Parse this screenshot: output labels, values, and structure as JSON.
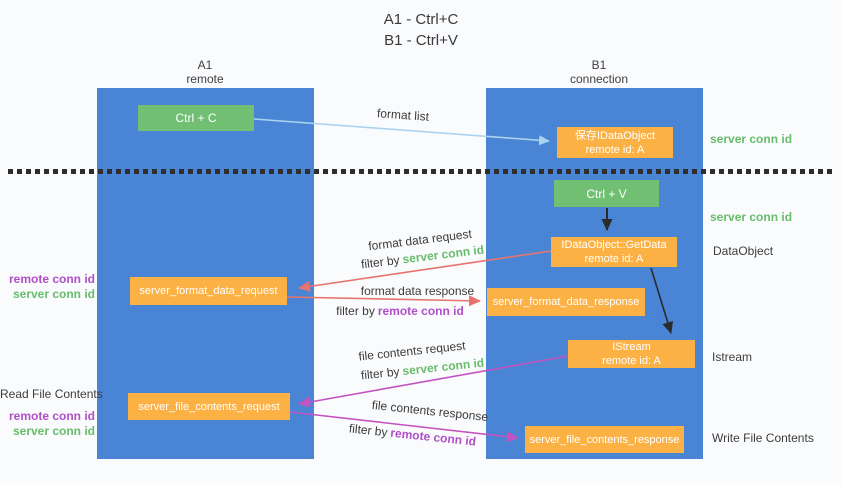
{
  "title": {
    "line1": "A1 - Ctrl+C",
    "line2": "B1 - Ctrl+V"
  },
  "columns": {
    "a": {
      "name": "A1",
      "subtitle": "remote"
    },
    "b": {
      "name": "B1",
      "subtitle": "connection"
    }
  },
  "nodes": {
    "ctrl_c": {
      "label": "Ctrl + C"
    },
    "ctrl_v": {
      "label": "Ctrl + V"
    },
    "save_idataobject": {
      "line1": "保存IDataObject",
      "line2": "remote id: A"
    },
    "idataobject_getdata": {
      "line1": "IDataObject::GetData",
      "line2": "remote id: A"
    },
    "istream": {
      "line1": "IStream",
      "line2": "remote id: A"
    },
    "server_format_data_request": {
      "label": "server_format_data_request"
    },
    "server_format_data_response": {
      "label": "server_format_data_response"
    },
    "server_file_contents_request": {
      "label": "server_file_contents_request"
    },
    "server_file_contents_response": {
      "label": "server_file_contents_response"
    }
  },
  "arrow_labels": {
    "format_list": "format list",
    "format_data_request": "format data request",
    "format_data_response": "format data response",
    "file_contents_request": "file contents request",
    "file_contents_response": "file contents response",
    "filter_by": "filter by",
    "server_conn_id": "server conn id",
    "remote_conn_id": "remote conn id"
  },
  "side_labels": {
    "server_conn_id_top": "server conn id",
    "server_conn_id_mid": "server conn id",
    "dataobject": "DataObject",
    "istream": "Istream",
    "write_file_contents": "Write File Contents",
    "read_file_contents": "Read File Contents",
    "remote_conn_id_left_top": "remote conn id",
    "server_conn_id_left_top": "server conn id",
    "remote_conn_id_left_bottom": "remote conn id",
    "server_conn_id_left_bottom": "server conn id"
  },
  "colors": {
    "column_blue": "#4a85d5",
    "box_green": "#70bf73",
    "box_orange": "#fbb144",
    "text_green": "#67bd6a",
    "text_purple": "#b14fc9",
    "arrow_salmon": "#e8736d",
    "arrow_magenta": "#c353c0",
    "arrow_lightblue": "#abd2ef",
    "arrow_black": "#2b2b2b"
  }
}
